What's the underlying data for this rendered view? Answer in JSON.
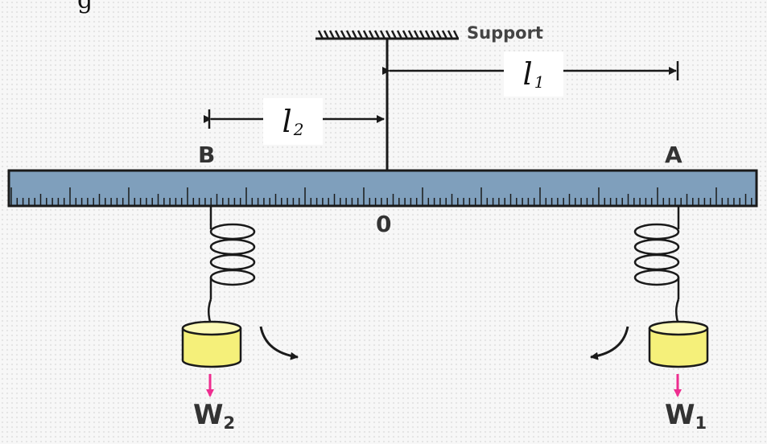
{
  "top_fragment": "g",
  "labels": {
    "support": "Support",
    "point_b": "B",
    "point_a": "A",
    "origin": "0",
    "l1": {
      "letter": "l",
      "sub": "1"
    },
    "l2": {
      "letter": "l",
      "sub": "2"
    },
    "w2": {
      "letter": "W",
      "sub": "2"
    },
    "w1": {
      "letter": "W",
      "sub": "1"
    }
  },
  "colors": {
    "ruler": "#7f9fbc",
    "weight": "#f5f07a",
    "weight_arrow": "#ee2d8f",
    "line": "#1a1a1a"
  }
}
